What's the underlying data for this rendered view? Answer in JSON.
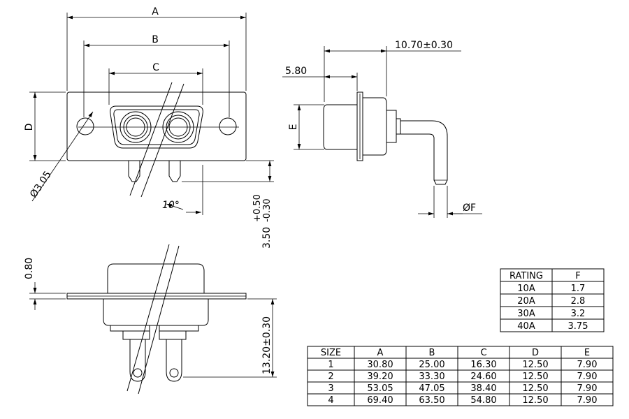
{
  "dimensions": {
    "A": "A",
    "B": "B",
    "C": "C",
    "D": "D",
    "E": "E",
    "hole": "Ø3.05",
    "angle": "10°",
    "pin_length": "3.50",
    "pin_tol_upper": "+0.50",
    "pin_tol_lower": "-0.30",
    "depth": "10.70±0.30",
    "flange_offset": "5.80",
    "wire_dia": "ØF",
    "flange_thickness": "0.80",
    "overall_height": "13.20±0.30"
  },
  "rating_table": {
    "headers": [
      "RATING",
      "F"
    ],
    "rows": [
      [
        "10A",
        "1.7"
      ],
      [
        "20A",
        "2.8"
      ],
      [
        "30A",
        "3.2"
      ],
      [
        "40A",
        "3.75"
      ]
    ]
  },
  "size_table": {
    "headers": [
      "SIZE",
      "A",
      "B",
      "C",
      "D",
      "E"
    ],
    "rows": [
      [
        "1",
        "30.80",
        "25.00",
        "16.30",
        "12.50",
        "7.90"
      ],
      [
        "2",
        "39.20",
        "33.30",
        "24.60",
        "12.50",
        "7.90"
      ],
      [
        "3",
        "53.05",
        "47.05",
        "38.40",
        "12.50",
        "7.90"
      ],
      [
        "4",
        "69.40",
        "63.50",
        "54.80",
        "12.50",
        "7.90"
      ]
    ]
  }
}
